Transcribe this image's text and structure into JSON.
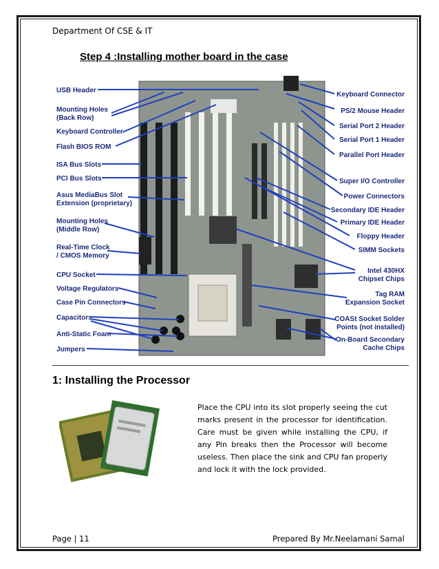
{
  "header": {
    "department": "Department Of CSE  & IT"
  },
  "step": {
    "title": "Step 4 :Installing mother board in the case"
  },
  "motherboard": {
    "left_labels": [
      "USB Header",
      "Mounting Holes",
      "(Back Row)",
      "Keyboard Controller",
      "Flash BIOS ROM",
      "ISA Bus Slots",
      "PCI Bus Slots",
      "Asus MediaBus Slot",
      "Extension (proprietary)",
      "Mounting Holes",
      "(Middle Row)",
      "Real-Time Clock",
      "/ CMOS Memory",
      "CPU Socket",
      "Voltage Regulators",
      "Case Pin Connectors",
      "Capacitors",
      "Anti-Static Foam",
      "Jumpers"
    ],
    "right_labels": [
      "Keyboard Connector",
      "PS/2 Mouse Header",
      "Serial Port 2 Header",
      "Serial Port 1 Header",
      "Parallel Port Header",
      "Super I/O Controller",
      "Power Connectors",
      "Secondary IDE Header",
      "Primary IDE Header",
      "Floppy Header",
      "SIMM Sockets",
      "Intel 430HX",
      "Chipset Chips",
      "Tag RAM",
      "Expansion Socket",
      "COASt Socket Solder",
      "Points (not installed)",
      "On-Board Secondary",
      "Cache Chips"
    ]
  },
  "section": {
    "title": "1: Installing the Processor",
    "body": "Place the CPU into its slot properly seeing the cut marks present in the processor for identification. Care must be given while installing the CPU, if any Pin breaks then the Processor will become useless. Then place the sink and CPU fan properly and lock it with the lock provided."
  },
  "footer": {
    "page": "Page | 11",
    "author": "Prepared By Mr.Neelamani Samal"
  }
}
